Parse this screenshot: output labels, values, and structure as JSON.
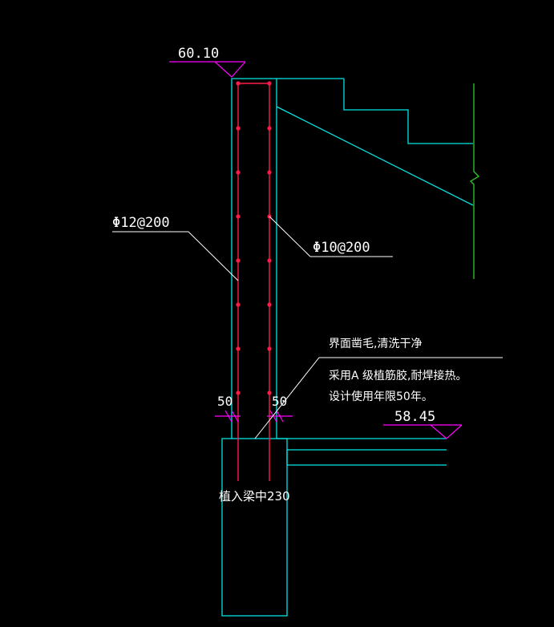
{
  "colors": {
    "concrete": "#00e5e5",
    "rebar": "#ff1a4a",
    "leader": "#ffffff",
    "elevation": "#ff00ff",
    "break_line": "#2fcc2f",
    "background": "#000000"
  },
  "elevations": {
    "top": "60.10",
    "floor": "58.45"
  },
  "rebar_labels": {
    "vertical": "Φ12@200",
    "horizontal": "Φ10@200"
  },
  "dimensions": {
    "left_cover": "50",
    "right_cover": "50"
  },
  "notes": {
    "line1": "界面凿毛,清洗干净",
    "line2": "采用A 级植筋胶,耐焊接热。",
    "line3": "设计使用年限50年。"
  },
  "embed_label": "植入梁中230"
}
